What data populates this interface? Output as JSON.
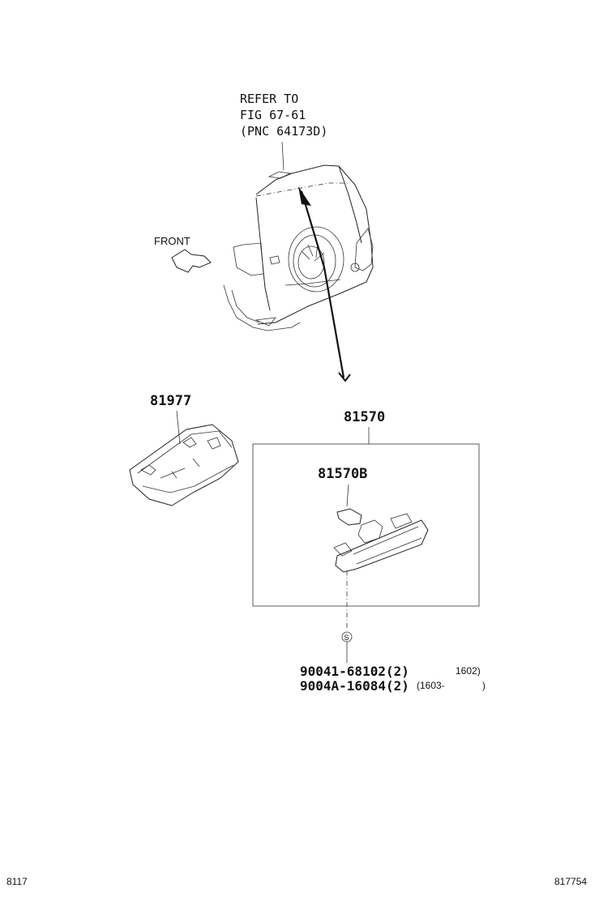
{
  "refer": {
    "line1": "REFER TO",
    "line2": "FIG 67-61",
    "line3": "(PNC 64173D)"
  },
  "front_label": "FRONT",
  "parts": {
    "cover": "81977",
    "lamp_assy": "81570",
    "bulb": "81570B",
    "screw_symbol": "S",
    "fastener_1": "90041-68102(2)",
    "fastener_1_date_end": "1602)",
    "fastener_2": "9004A-16084(2)",
    "fastener_2_date": "(1603-",
    "fastener_2_date_end": ")"
  },
  "footer": {
    "left_code": "8117",
    "right_code": "817754"
  }
}
